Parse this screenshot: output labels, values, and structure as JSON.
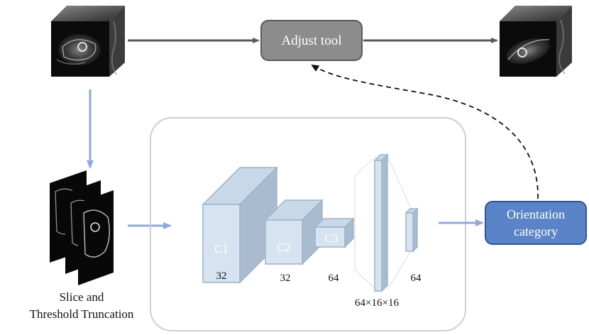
{
  "nodes": {
    "adjust_tool": "Adjust tool",
    "orientation_category": "Orientation category",
    "orientation_category_lines": [
      "Orientation",
      "category"
    ]
  },
  "caption": {
    "slice_threshold": [
      "Slice and",
      "Threshold Truncation"
    ]
  },
  "network": {
    "blocks": [
      {
        "name": "C1",
        "channels": "32"
      },
      {
        "name": "C2",
        "channels": "32"
      },
      {
        "name": "C3",
        "channels": "64"
      }
    ],
    "feature_map_label": "64×16×16",
    "fc_label": "64"
  },
  "colors": {
    "arrow_gray": "#595959",
    "arrow_blue": "#8eaadb",
    "adjust_fill": "#8c8c8c",
    "orientation_fill": "#5b84c8",
    "block_front": "#d6e3f1",
    "block_side": "#b4c4d6",
    "block_edge": "#9fb2c8",
    "panel_border": "#cfcfcf"
  },
  "icons": [
    "mri-volume-cube-icon",
    "mri-volume-cube-adjusted-icon",
    "mri-slice-stack-icon"
  ]
}
